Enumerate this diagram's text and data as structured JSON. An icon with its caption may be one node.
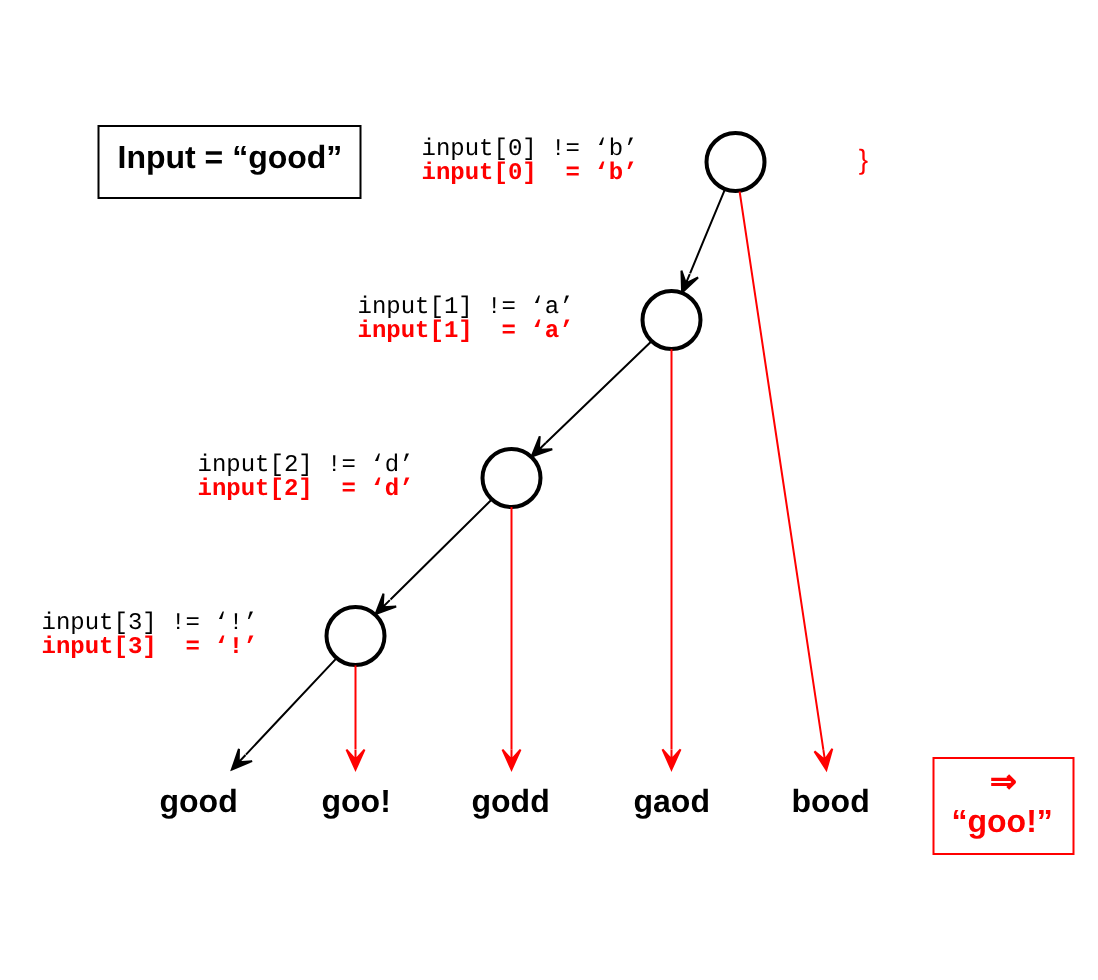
{
  "diagram": {
    "nodes": [
      {
        "text": [
          "Input = “good”"
        ]
      },
      {
        "text": [],
        "shape": "circle",
        "beside": [
          "input[0] != ‘b’",
          "input[0]  = ‘b’"
        ]
      },
      {
        "text": [],
        "shape": "circle",
        "beside": [
          "input[1] != ‘a’",
          "input[1]  = ‘a’"
        ]
      },
      {
        "text": [],
        "shape": "circle",
        "beside": [
          "input[2] != ‘d’",
          "input[2]  = ‘d’"
        ]
      },
      {
        "text": [],
        "shape": "circle",
        "beside": [
          "input[3] != ‘!’",
          "input[3]  = ‘!’"
        ]
      },
      {
        "text": [
          "good"
        ]
      },
      {
        "text": [
          "goo!"
        ]
      },
      {
        "text": [
          "godd"
        ]
      },
      {
        "text": [
          "gaod"
        ]
      },
      {
        "text": [
          "bood"
        ]
      },
      {
        "text": [
          "⇒",
          "“goo!”"
        ]
      }
    ],
    "edges": [
      {
        "from": 1,
        "to": 2,
        "arrow": "to"
      },
      {
        "from": 1,
        "to": 9,
        "arrow": "to",
        "color": "#ff0000"
      },
      {
        "from": 2,
        "to": 3,
        "arrow": "to"
      },
      {
        "from": 2,
        "to": 8,
        "arrow": "to",
        "color": "#ff0000"
      },
      {
        "from": 3,
        "to": 4,
        "arrow": "to"
      },
      {
        "from": 3,
        "to": 7,
        "arrow": "to",
        "color": "#ff0000"
      },
      {
        "from": 4,
        "to": 5,
        "arrow": "to"
      },
      {
        "from": 4,
        "to": 6,
        "arrow": "to",
        "color": "#ff0000"
      }
    ],
    "labels": [
      "}"
    ]
  }
}
